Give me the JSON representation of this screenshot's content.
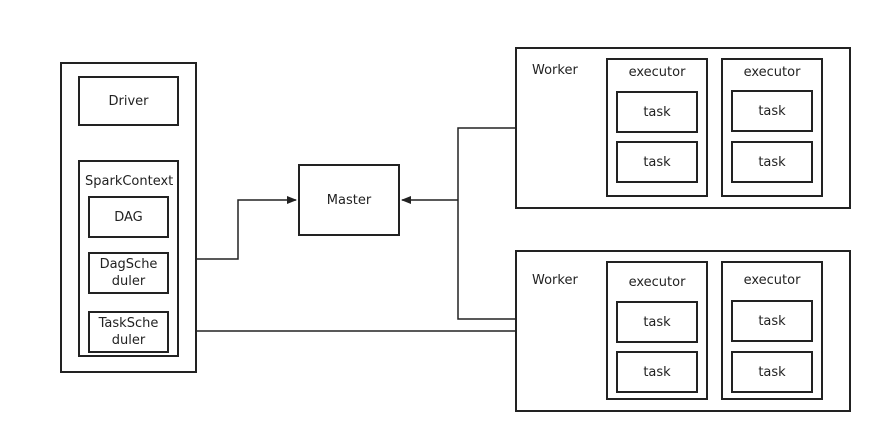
{
  "driver_node": {
    "driver_label": "Driver",
    "spark_context": {
      "label": "SparkContext",
      "dag_label": "DAG",
      "dag_scheduler_label": "DagSche\nduler",
      "task_scheduler_label": "TaskSche\nduler"
    }
  },
  "master_label": "Master",
  "workers": [
    {
      "label": "Worker",
      "executors": [
        {
          "label": "executor",
          "tasks": [
            "task",
            "task"
          ]
        },
        {
          "label": "executor",
          "tasks": [
            "task",
            "task"
          ]
        }
      ]
    },
    {
      "label": "Worker",
      "executors": [
        {
          "label": "executor",
          "tasks": [
            "task",
            "task"
          ]
        },
        {
          "label": "executor",
          "tasks": [
            "task",
            "task"
          ]
        }
      ]
    }
  ]
}
